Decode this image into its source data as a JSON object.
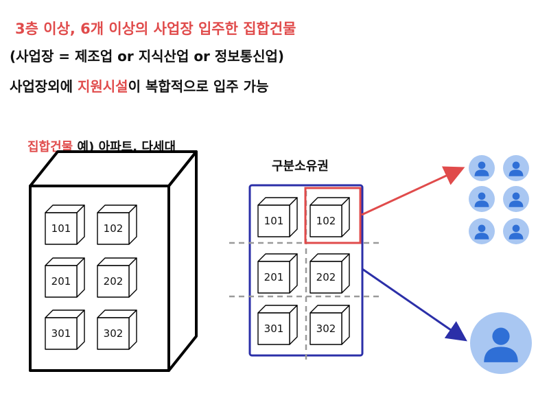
{
  "header": {
    "line1": "3층 이상, 6개 이상의 사업장 입주한 집합건물",
    "line2": "(사업장 = 제조업 or 지식산업 or 정보통신업)",
    "line3_pre": "사업장외에 ",
    "line3_highlight": "지원시설",
    "line3_post": "이 복합적으로 입주 가능"
  },
  "building": {
    "caption_highlight": "집합건물",
    "caption_rest": " 예) 아파트, 다세대",
    "units": [
      "101",
      "102",
      "201",
      "202",
      "301",
      "302"
    ]
  },
  "ownership": {
    "title": "구분소유권",
    "units": [
      "101",
      "102",
      "201",
      "202",
      "301",
      "302"
    ],
    "highlighted_unit": "102"
  },
  "colors": {
    "accent_red": "#e04b4b",
    "frame_blue": "#2b2fa8",
    "person_icon_bg": "#a9c7f2",
    "person_icon_fg": "#2f6fd6"
  },
  "icons": {
    "small_people_count": 6,
    "large_people_count": 1
  }
}
